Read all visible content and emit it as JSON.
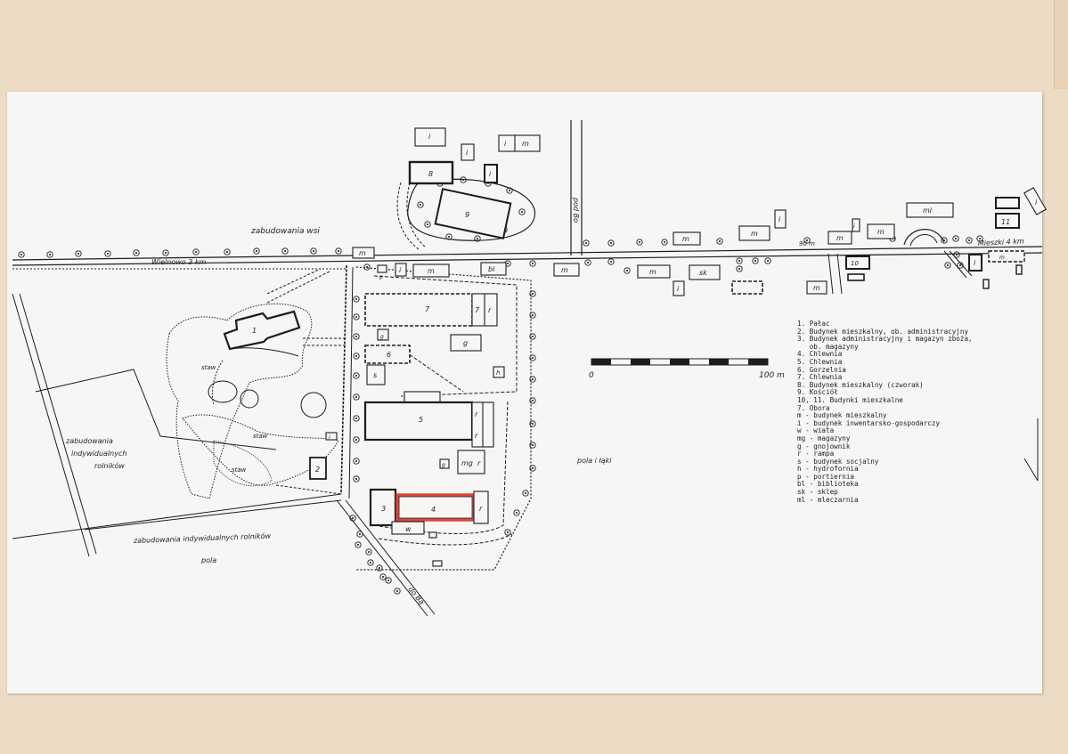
{
  "map": {
    "village_label": "zabudowania wsi",
    "road_west_label": "Wielnowo 3 km",
    "road_north_label": "pod Bo",
    "road_east_label": "Mieszki 4 km",
    "road_south_label": "do Bą",
    "east_distance": "90 m",
    "pond_label": "staw",
    "individual_farms_label": "zabudowania indywidualnych rolników",
    "individual_farms_bottom": "zabudowania indywidualnych rolników",
    "fields_label": "pola",
    "fields_meadows_label": "pola i łąki",
    "scale": {
      "start": "0",
      "end": "100 m"
    }
  },
  "buildings": {
    "b1": "1",
    "b2": "2",
    "b3": "3",
    "b4": "4",
    "b5": "5",
    "b6": "6",
    "b7": "7",
    "b7b": "7",
    "b8": "8",
    "b9": "9",
    "b10": "10",
    "b11": "11",
    "i": "i",
    "m": "m",
    "w": "w",
    "g": "g",
    "mg": "mg",
    "r": "r",
    "s": "s",
    "h": "h",
    "p": "p",
    "bl": "bl",
    "sk": "sk",
    "ml": "ml"
  },
  "legend": [
    "1. Pałac",
    "2. Budynek mieszkalny, ob. administracyjny",
    "3. Budynek administracyjny i magazyn zboża,",
    "   ob. magazyny",
    "4. Chlewnia",
    "5. Chlewnia",
    "6. Gorzelnia",
    "7. Chlewnia",
    "8. Budynek mieszkalny (czworak)",
    "9. Kościół",
    "10, 11. Budynki mieszkalne",
    "7. Obora",
    "m - budynek mieszkalny",
    "i - budynek inwentarsko-gospodarczy",
    "w - wiata",
    "mg - magazyny",
    "g - gnojownik",
    "r - rampa",
    "s - budynek socjalny",
    "h - hydrofornia",
    "p - portiernia",
    "bl - biblioteka",
    "sk - sklep",
    "ml - mleczarnia"
  ],
  "colors": {
    "highlight": "#d9453a",
    "ink": "#1d1d1d",
    "paper": "#f7f6f4",
    "background": "#ecdcc6"
  }
}
